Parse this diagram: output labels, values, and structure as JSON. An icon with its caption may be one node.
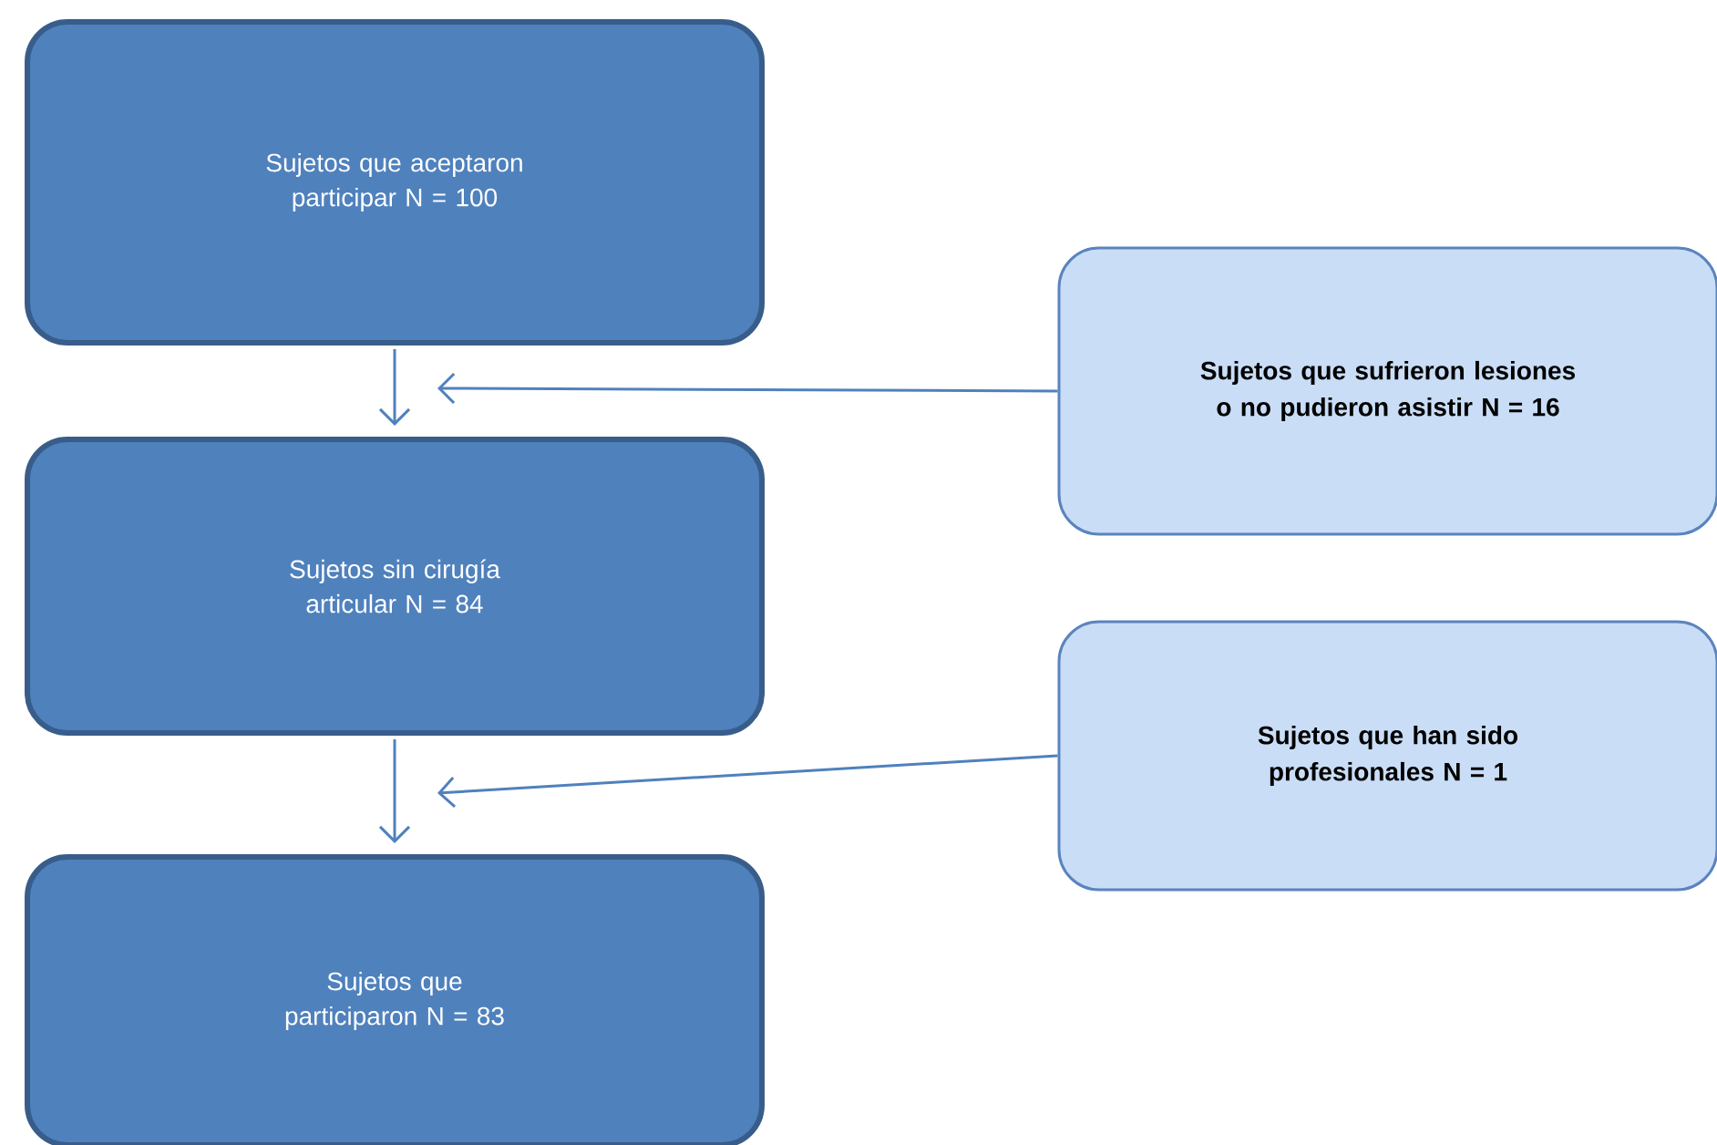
{
  "diagram": {
    "nodes": [
      {
        "text": [
          "Sujetos que aceptaron participar N = 100"
        ]
      },
      {
        "text": [
          "Sujetos que sufrieron lesiones o no pudieron asistir N = 16"
        ]
      },
      {
        "text": [
          "Sujetos sin cirugía articular N = 84"
        ]
      },
      {
        "text": [
          "Sujetos que han sido profesionales N = 1"
        ]
      },
      {
        "text": [
          "Sujetos que participaron N = 83"
        ]
      }
    ],
    "edges": [
      {
        "from": 0,
        "to": 2,
        "arrow": "to"
      },
      {
        "from": 1,
        "to": null,
        "arrow": "to"
      },
      {
        "from": 2,
        "to": 4,
        "arrow": "to"
      },
      {
        "from": 3,
        "to": null,
        "arrow": "to"
      }
    ]
  }
}
